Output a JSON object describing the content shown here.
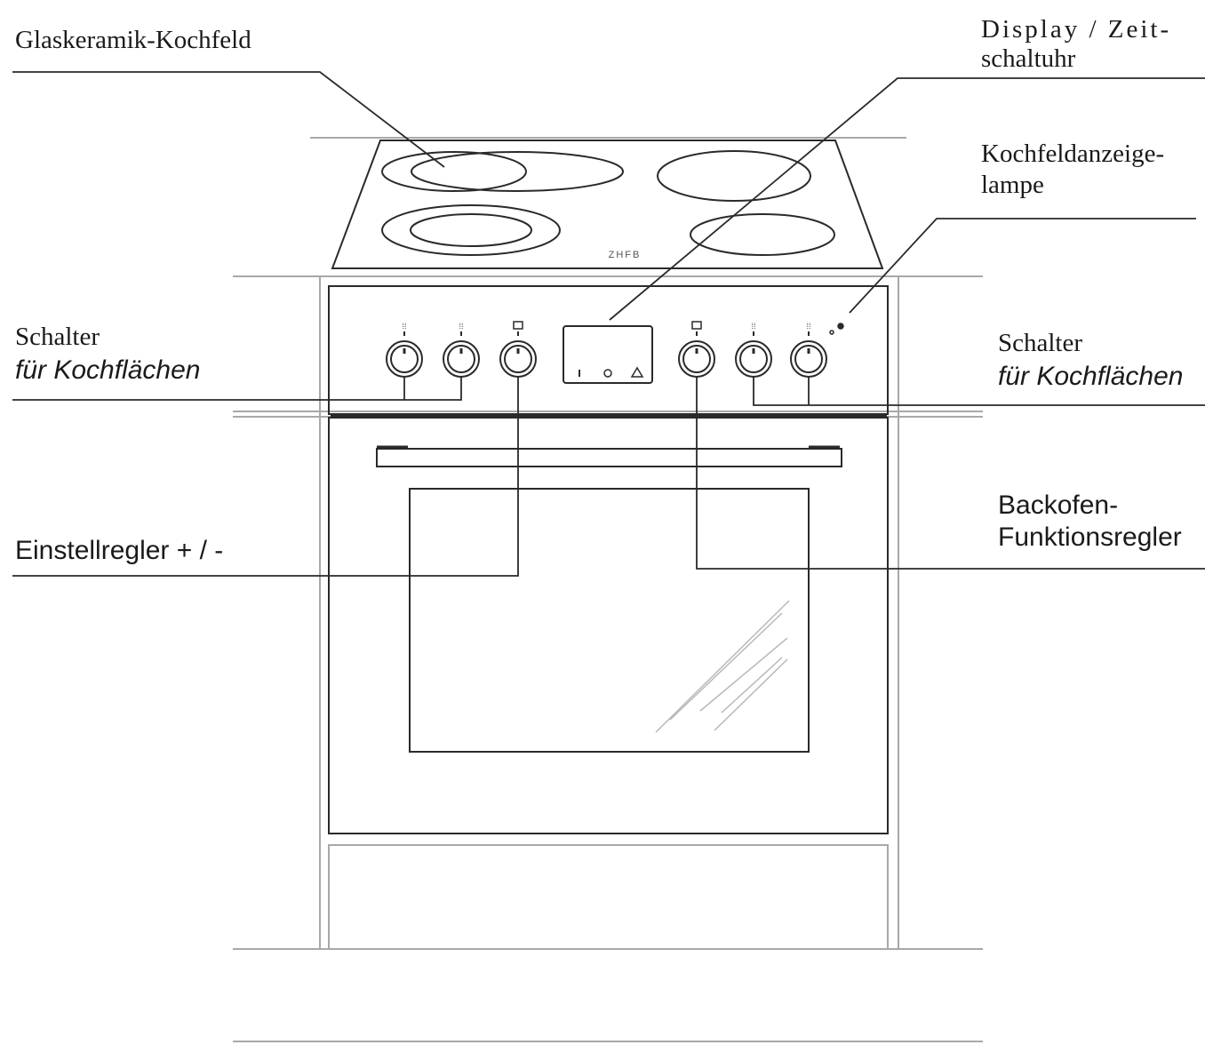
{
  "labels": {
    "hob": "Glaskeramik-Kochfeld",
    "display_line1": "Display / Zeit-",
    "display_line2": "schaltuhr",
    "lamp_line1": "Kochfeldanzeige-",
    "lamp_line2": "lampe",
    "switch_left_line1": "Schalter",
    "switch_left_line2": "für Kochflächen",
    "switch_right_line1": "Schalter",
    "switch_right_line2": "für Kochflächen",
    "knob": "Einstellregler + / -",
    "oven_line1": "Backofen-",
    "oven_line2": "Funktionsregler"
  },
  "hob_mark": "ZHFB",
  "colors": {
    "line": "#2a2a2a",
    "light_line": "#9a9a9a",
    "text": "#1a1a1a"
  }
}
